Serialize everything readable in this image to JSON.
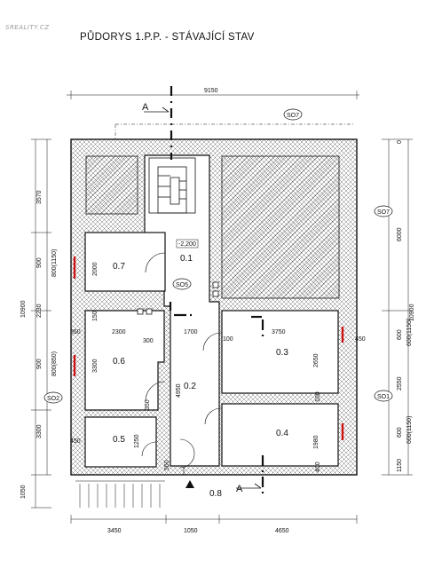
{
  "watermark": "SREALITY.CZ",
  "title": "PŮDORYS 1.P.P. - STÁVAJÍCÍ STAV",
  "rooms": {
    "r07": "0.7",
    "r01": "0.1",
    "r06": "0.6",
    "r02": "0.2",
    "r03": "0.3",
    "r04": "0.4",
    "r05": "0.5",
    "r08": "0.8"
  },
  "tags": {
    "so1": "SO1",
    "so2": "SO2",
    "so5": "SO5",
    "so7_top": "SO7",
    "so7_right": "SO7"
  },
  "section_marks": {
    "top": "A",
    "bottom": "A"
  },
  "level": "-2,200",
  "dims": {
    "top_width": "9150",
    "left_3570": "3570",
    "left_900a": "900",
    "left_800_1150": "800(1150)",
    "left_2000": "2000",
    "left_10900": "10900",
    "left_2230": "2230",
    "left_550": "550",
    "left_150": "150",
    "left_900b": "900",
    "left_800_850": "800(850)",
    "left_3300a": "3300",
    "left_3300b": "3300",
    "left_450": "450",
    "left_1050": "1050",
    "in_2300": "2300",
    "in_300": "300",
    "in_1700": "1700",
    "in_100": "100",
    "in_3750": "3750",
    "in_2650": "2650",
    "in_4950": "4950",
    "in_350": "350",
    "in_1250": "1250",
    "in_560": "560",
    "in_1980": "1980",
    "in_400": "400",
    "in_100b": "100",
    "right_6000": "6000",
    "right_0": "0",
    "right_10900": "10900",
    "right_450": "450",
    "right_600a": "600",
    "right_600_1150a": "600(1150)",
    "right_2550": "2550",
    "right_600b": "600",
    "right_600_1150b": "600(1150)",
    "right_1150": "1150",
    "bottom_3450": "3450",
    "bottom_1050": "1050",
    "bottom_4650": "4650"
  },
  "colors": {
    "wall_line": "#111111",
    "hatch": "#555555",
    "window_red": "#cc1111"
  }
}
